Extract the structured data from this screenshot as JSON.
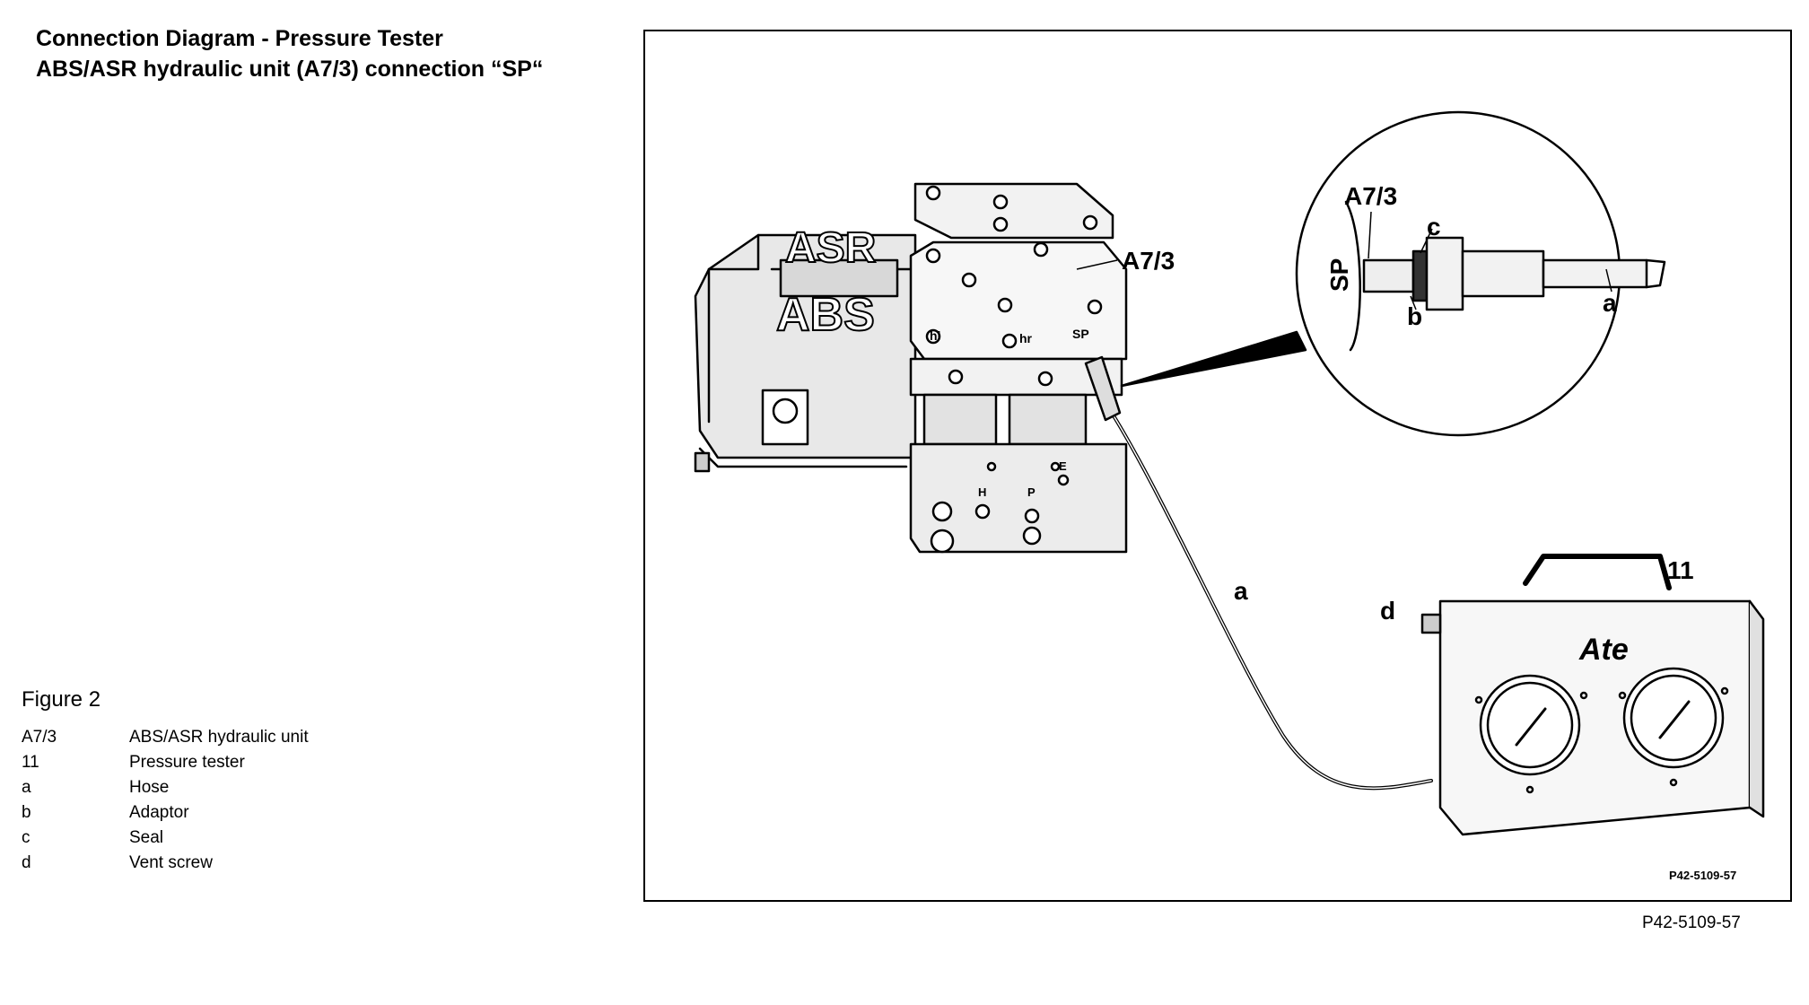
{
  "header": {
    "title_line1": "Connection Diagram - Pressure Tester",
    "title_line2": "ABS/ASR hydraulic unit (A7/3) connection “SP“"
  },
  "caption": "Figure 2",
  "legend": [
    {
      "key": "A7/3",
      "desc": "ABS/ASR hydraulic unit"
    },
    {
      "key": "11",
      "desc": "Pressure tester"
    },
    {
      "key": "a",
      "desc": "Hose"
    },
    {
      "key": "b",
      "desc": "Adaptor"
    },
    {
      "key": "c",
      "desc": "Seal"
    },
    {
      "key": "d",
      "desc": "Vent screw"
    }
  ],
  "diagram": {
    "labels": {
      "unit": "A7/3",
      "unit_detail": "A7/3",
      "sp_detail": "SP",
      "seal": "c",
      "adaptor": "b",
      "hose_detail": "a",
      "hose": "a",
      "tester": "11",
      "vent": "d"
    },
    "unit_text": {
      "abs": "ABS",
      "asr": "ASR",
      "port_hl": "hl",
      "port_hr": "hr",
      "port_sp": "SP",
      "port_h": "H",
      "port_p": "P",
      "port_e": "E"
    },
    "tester_brand": "Ate",
    "ref_inner": "P42-5109-57"
  },
  "ref_outer": "P42-5109-57"
}
